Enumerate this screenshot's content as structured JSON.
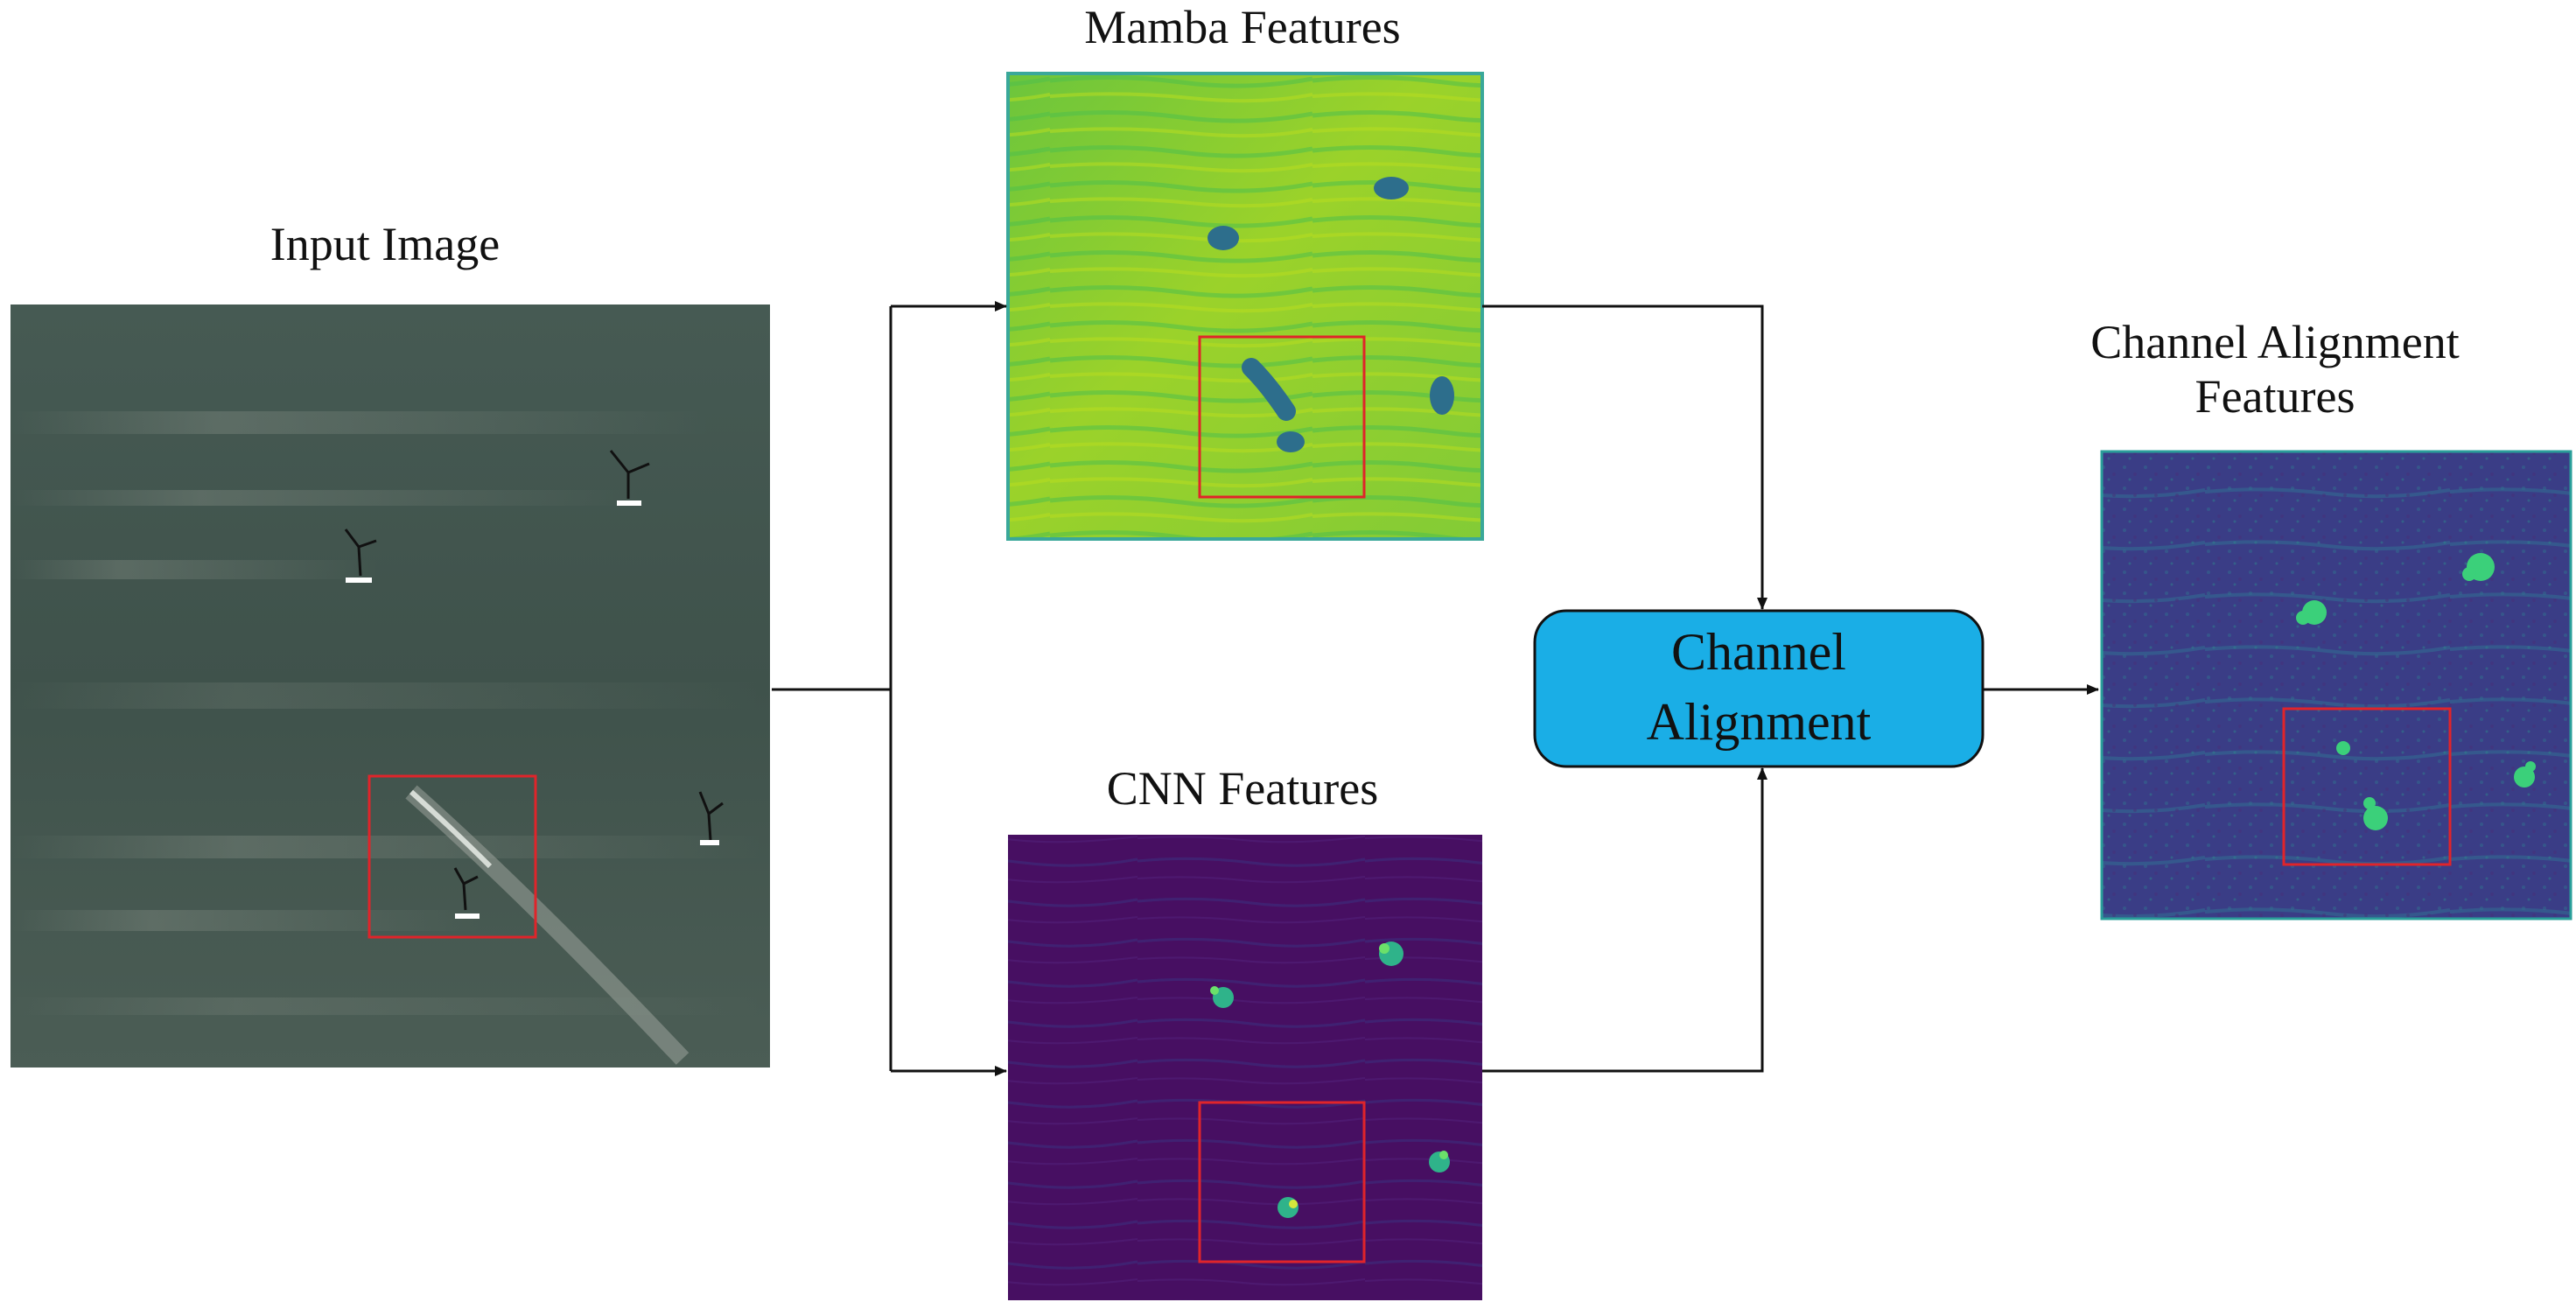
{
  "panels": {
    "input": {
      "title": "Input Image"
    },
    "mamba": {
      "title": "Mamba Features"
    },
    "cnn": {
      "title": "CNN Features"
    },
    "output": {
      "title_line1": "Channel Alignment",
      "title_line2": "Features"
    }
  },
  "module": {
    "line1": "Channel",
    "line2": "Alignment",
    "fill": "#1aaee6"
  },
  "colors": {
    "highlight_box": "#e0242a",
    "arrow": "#111111",
    "sea": "#41544d",
    "mamba_bg": "#8ccd2a",
    "cnn_bg": "#470f62",
    "output_bg": "#3a3d86"
  }
}
